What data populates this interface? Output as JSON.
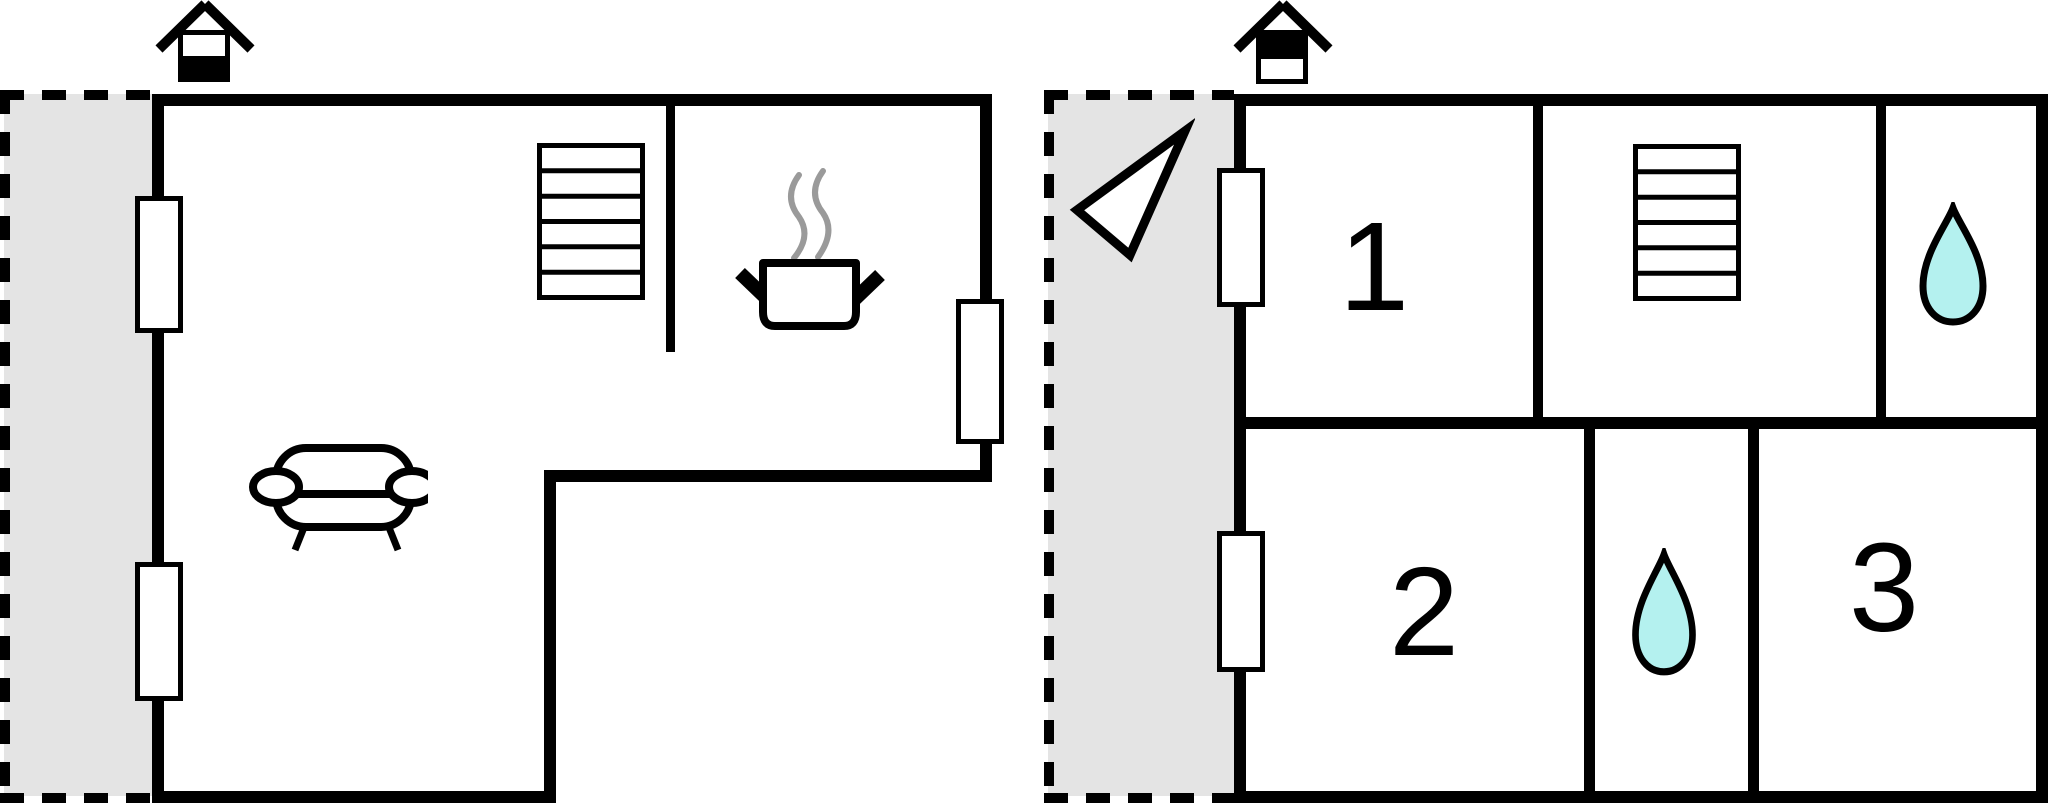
{
  "colors": {
    "wall": "#000000",
    "terrace_fill": "#e4e4e4",
    "water_drop_fill": "#b4f1ef",
    "steam": "#9a9a9a",
    "background": "#ffffff"
  },
  "ground_floor": {
    "terrace": {
      "name": "terrace"
    },
    "icons": {
      "chimney": "chimney-icon",
      "stairs": "stairs-icon",
      "stove": "cooking-pot-icon",
      "sofa": "sofa-icon",
      "windows": "window-icon"
    }
  },
  "upper_floor": {
    "terrace": {
      "name": "terrace"
    },
    "rooms": [
      {
        "label": "1"
      },
      {
        "label": "2"
      },
      {
        "label": "3"
      }
    ],
    "icons": {
      "chimney": "chimney-icon",
      "north_arrow": "north-arrow-icon",
      "stairs": "stairs-icon",
      "bathroom_top": "water-drop-icon",
      "bathroom_bottom": "water-drop-icon"
    }
  }
}
